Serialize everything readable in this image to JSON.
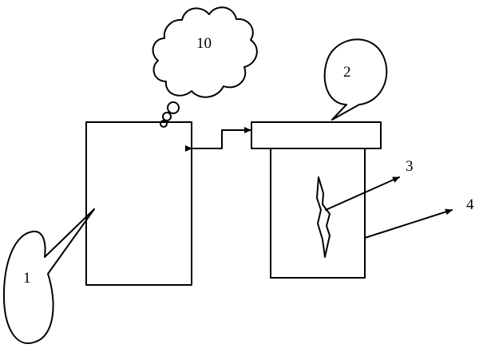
{
  "diagram": {
    "labels": {
      "cloud": "10",
      "callout_top": "2",
      "arrow_upper": "3",
      "arrow_lower": "4",
      "callout_left": "1"
    },
    "colors": {
      "stroke": "#000000",
      "background": "#ffffff"
    }
  }
}
